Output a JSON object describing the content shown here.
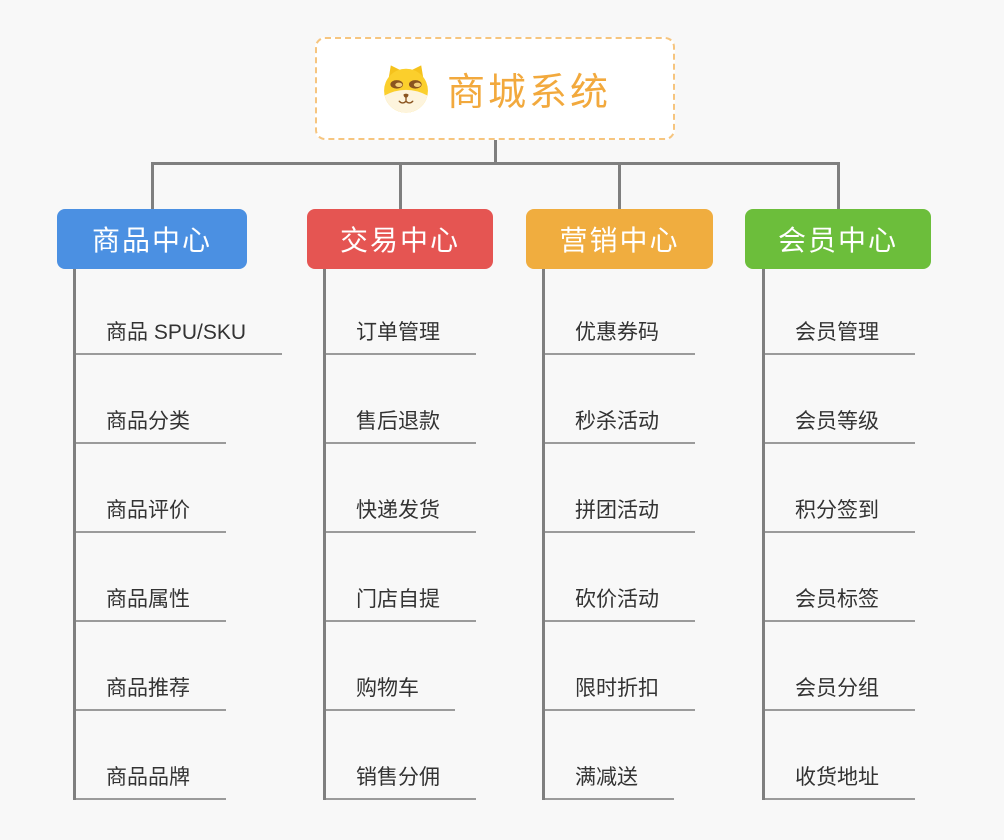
{
  "background_color": "#f8f8f8",
  "connector_color": "#7f7f7f",
  "underline_color": "#9b9b9b",
  "leaf_text_color": "#333333",
  "root": {
    "title": "商城系统",
    "icon": "shiba-dog-icon",
    "title_color": "#f2a93d",
    "border_color": "#f6c57f",
    "background_color": "#ffffff"
  },
  "branches": [
    {
      "label": "商品中心",
      "color": "#4b90e2",
      "items": [
        "商品 SPU/SKU",
        "商品分类",
        "商品评价",
        "商品属性",
        "商品推荐",
        "商品品牌"
      ]
    },
    {
      "label": "交易中心",
      "color": "#e55552",
      "items": [
        "订单管理",
        "售后退款",
        "快递发货",
        "门店自提",
        "购物车",
        "销售分佣"
      ]
    },
    {
      "label": "营销中心",
      "color": "#f0ad3f",
      "items": [
        "优惠券码",
        "秒杀活动",
        "拼团活动",
        "砍价活动",
        "限时折扣",
        "满减送"
      ]
    },
    {
      "label": "会员中心",
      "color": "#6cbe3b",
      "items": [
        "会员管理",
        "会员等级",
        "积分签到",
        "会员标签",
        "会员分组",
        "收货地址"
      ]
    }
  ]
}
